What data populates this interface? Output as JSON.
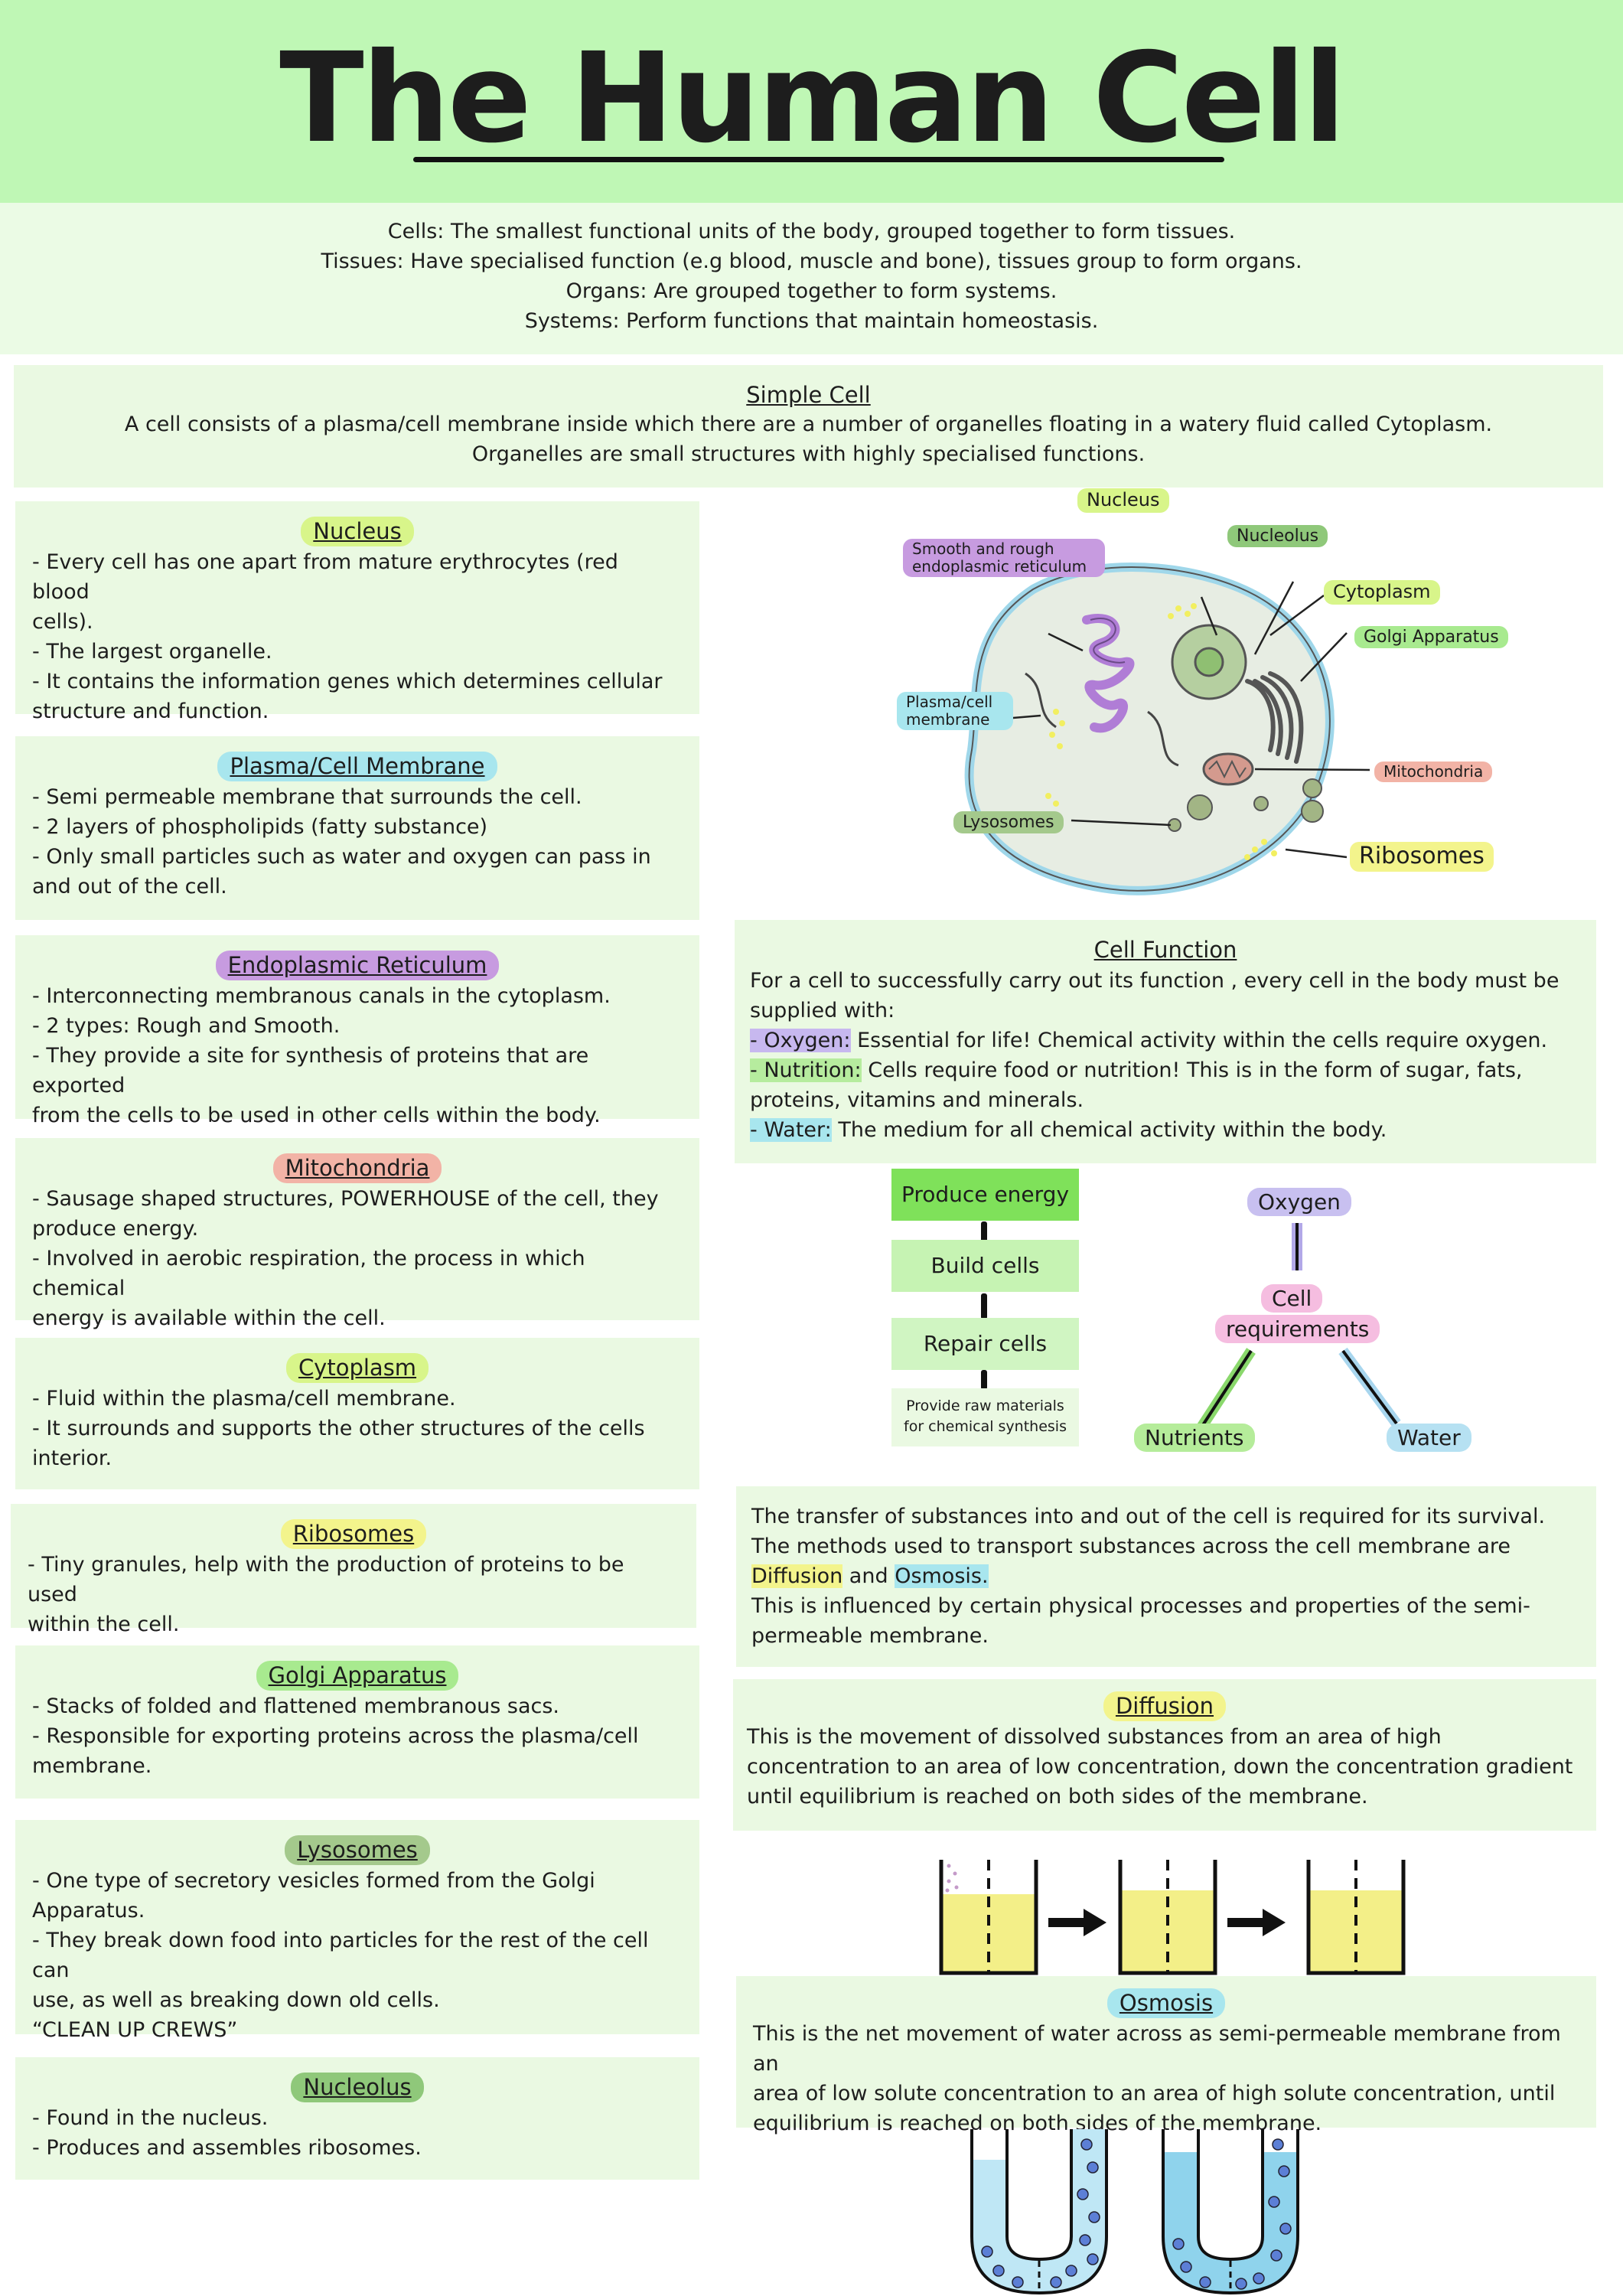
{
  "title": "The Human Cell",
  "intro": [
    "Cells: The smallest functional units of the body, grouped together to form tissues.",
    "Tissues: Have specialised function (e.g blood, muscle and bone), tissues group to form organs.",
    "Organs: Are grouped together to form systems.",
    "Systems: Perform functions that maintain homeostasis."
  ],
  "simple_cell": {
    "heading": "Simple Cell",
    "lines": [
      "A cell consists of a plasma/cell membrane inside which there are a number of organelles floating in a watery fluid called Cytoplasm.",
      "Organelles are small structures with highly specialised functions."
    ]
  },
  "colors": {
    "nucleus": "#d8f58a",
    "membrane": "#a8e6ee",
    "er": "#c79be0",
    "mito": "#f2b3a6",
    "cyto": "#d8f58a",
    "ribo": "#f3f48c",
    "golgi": "#a8ea8f",
    "lyso": "#a4c98c",
    "nucleolus": "#8fc87a"
  },
  "organelles": [
    {
      "heading": "Nucleus",
      "lines": [
        "- Every cell has one apart from mature erythrocytes (red blood",
        "cells).",
        "- The largest organelle.",
        "- It contains the information genes which determines cellular",
        "structure and function."
      ]
    },
    {
      "heading": "Plasma/Cell Membrane",
      "lines": [
        "- Semi permeable membrane that surrounds the cell.",
        "- 2 layers of phospholipids (fatty substance)",
        "- Only small particles such as water and oxygen can pass in",
        "and out of the cell."
      ]
    },
    {
      "heading": "Endoplasmic Reticulum",
      "lines": [
        "- Interconnecting membranous canals in the cytoplasm.",
        "- 2 types: Rough and Smooth.",
        "- They provide a site for synthesis of proteins that are exported",
        "from the cells to be used in other cells within the body."
      ]
    },
    {
      "heading": "Mitochondria",
      "lines": [
        "- Sausage shaped structures, POWERHOUSE of the cell, they",
        "produce energy.",
        "- Involved in aerobic respiration, the process in which chemical",
        "energy is available within the cell."
      ]
    },
    {
      "heading": "Cytoplasm",
      "lines": [
        "- Fluid within the plasma/cell membrane.",
        "- It surrounds and supports the other structures of the cells",
        "interior."
      ]
    },
    {
      "heading": "Ribosomes",
      "lines": [
        "- Tiny granules, help with the production of proteins to be used",
        "within the cell."
      ]
    },
    {
      "heading": "Golgi Apparatus",
      "lines": [
        "- Stacks of folded and flattened membranous sacs.",
        "- Responsible for exporting proteins across the plasma/cell",
        "membrane."
      ]
    },
    {
      "heading": "Lysosomes",
      "lines": [
        "- One type of secretory vesicles formed from the Golgi",
        "Apparatus.",
        "- They break down food into particles for the rest of the cell can",
        "use, as well as breaking down old cells.",
        "“CLEAN UP CREWS”"
      ]
    },
    {
      "heading": "Nucleolus",
      "lines": [
        "- Found in the nucleus.",
        "-  Produces and assembles ribosomes."
      ]
    }
  ],
  "diagram_labels": {
    "nucleus": "Nucleus",
    "nucleolus": "Nucleolus",
    "er": "Smooth and rough endoplasmic reticulum",
    "cytoplasm": "Cytoplasm",
    "golgi": "Golgi Apparatus",
    "membrane": "Plasma/cell membrane",
    "mito": "Mitochondria",
    "lyso": "Lysosomes",
    "ribo": "Ribosomes"
  },
  "cell_function": {
    "heading": "Cell Function",
    "intro": [
      "For a cell to successfully carry out its function , every cell in the body must be",
      "supplied with:"
    ],
    "oxygen_key": "- Oxygen:",
    "oxygen_text": " Essential for life! Chemical activity within the cells require oxygen.",
    "nutrition_key": "- Nutrition:",
    "nutrition_text": " Cells require food or nutrition! This is in the form of sugar, fats,",
    "nutrition_text2": "proteins, vitamins and minerals.",
    "water_key": "- Water:",
    "water_text": " The medium for all chemical activity within the body."
  },
  "flow": {
    "steps": [
      "Produce energy",
      "Build cells",
      "Repair cells"
    ],
    "note": [
      "Provide raw materials",
      "for chemical synthesis"
    ]
  },
  "requirements": {
    "oxygen": "Oxygen",
    "center1": "Cell",
    "center2": "requirements",
    "nutrients": "Nutrients",
    "water": "Water"
  },
  "transport": {
    "l1": "The transfer of substances into and out of the cell is required for its survival.",
    "l2": "The methods used to transport substances across the cell membrane are",
    "diffusion": "Diffusion",
    "and": " and ",
    "osmosis": "Osmosis.",
    "l4": "This is influenced by certain physical processes and properties of the semi-",
    "l5": "permeable membrane."
  },
  "diffusion": {
    "heading": "Diffusion",
    "lines": [
      "This is the movement of dissolved substances from an area of high",
      "concentration to an area of low concentration, down the concentration gradient",
      "until equilibrium is reached on both sides of the membrane."
    ]
  },
  "osmosis": {
    "heading": "Osmosis",
    "lines": [
      "This is the net movement of water across as semi-permeable membrane from an",
      "area of low solute concentration to an area of high solute concentration, until",
      "equilibrium is reached on both sides of the membrane."
    ]
  }
}
